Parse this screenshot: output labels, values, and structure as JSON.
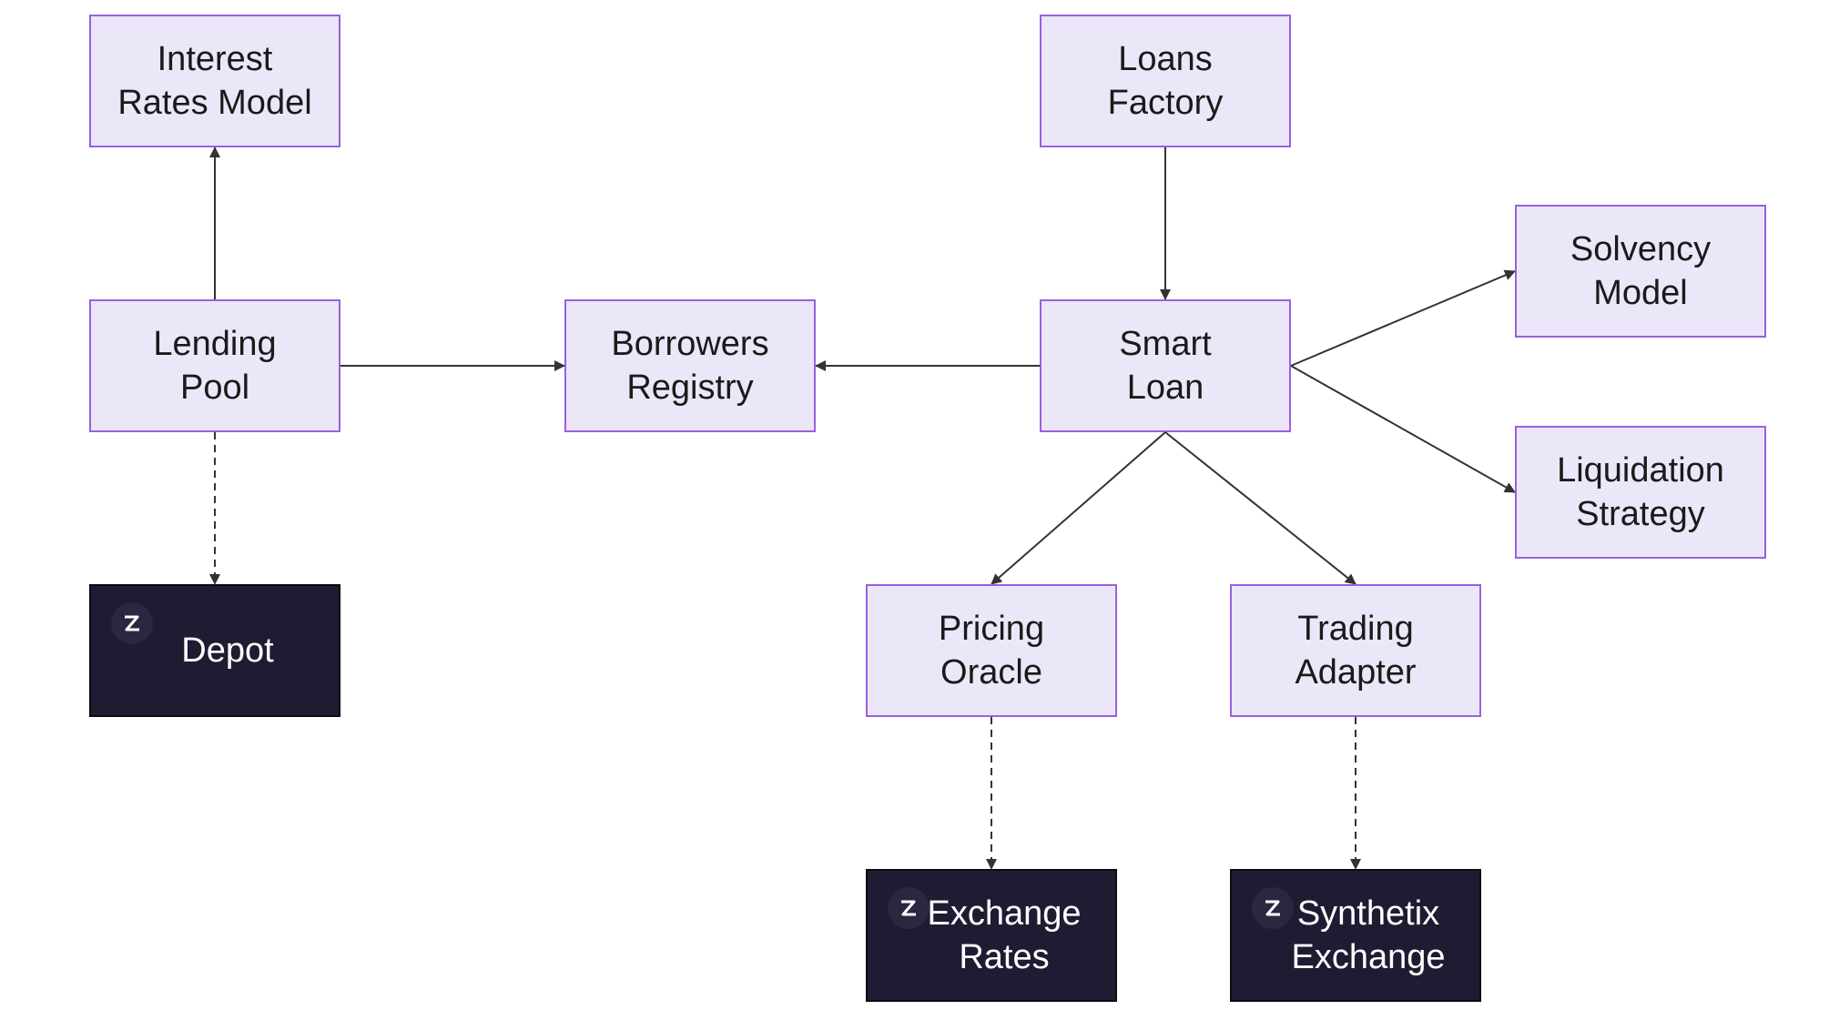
{
  "diagram": {
    "nodes": {
      "interest_rates_model": "Interest\nRates Model",
      "loans_factory": "Loans\nFactory",
      "lending_pool": "Lending\nPool",
      "borrowers_registry": "Borrowers\nRegistry",
      "smart_loan": "Smart\nLoan",
      "solvency_model": "Solvency\nModel",
      "liquidation_strategy": "Liquidation\nStrategy",
      "depot": "Depot",
      "pricing_oracle": "Pricing\nOracle",
      "trading_adapter": "Trading\nAdapter",
      "exchange_rates": "Exchange\nRates",
      "synthetix_exchange": "Synthetix\nExchange"
    },
    "edges": [
      {
        "from": "lending_pool",
        "to": "interest_rates_model",
        "style": "solid"
      },
      {
        "from": "lending_pool",
        "to": "borrowers_registry",
        "style": "solid"
      },
      {
        "from": "lending_pool",
        "to": "depot",
        "style": "dashed"
      },
      {
        "from": "loans_factory",
        "to": "smart_loan",
        "style": "solid"
      },
      {
        "from": "smart_loan",
        "to": "borrowers_registry",
        "style": "solid"
      },
      {
        "from": "smart_loan",
        "to": "solvency_model",
        "style": "solid"
      },
      {
        "from": "smart_loan",
        "to": "liquidation_strategy",
        "style": "solid"
      },
      {
        "from": "smart_loan",
        "to": "pricing_oracle",
        "style": "solid"
      },
      {
        "from": "smart_loan",
        "to": "trading_adapter",
        "style": "solid"
      },
      {
        "from": "pricing_oracle",
        "to": "exchange_rates",
        "style": "dashed"
      },
      {
        "from": "trading_adapter",
        "to": "synthetix_exchange",
        "style": "dashed"
      }
    ],
    "colors": {
      "node_fill": "#ece7f8",
      "node_border": "#9a5fe2",
      "external_fill": "#1e1c32",
      "edge": "#333333"
    },
    "external_icon": "synthetix-logo-icon"
  }
}
